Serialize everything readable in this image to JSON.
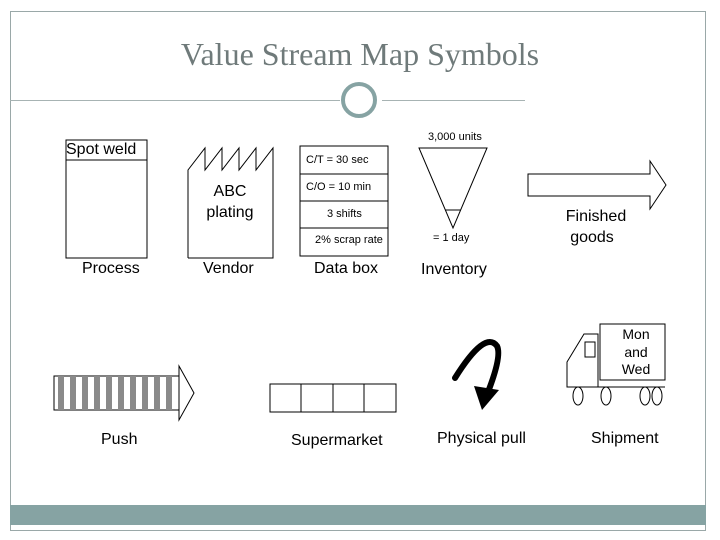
{
  "slide": {
    "title": "Value Stream Map Symbols"
  },
  "symbols": {
    "process": {
      "box_label": "Spot weld",
      "caption": "Process"
    },
    "vendor": {
      "box_text_line1": "ABC",
      "box_text_line2": "plating",
      "caption": "Vendor"
    },
    "data_box": {
      "rows": [
        "C/T = 30 sec",
        "C/O = 10 min",
        "3 shifts",
        "2% scrap rate"
      ],
      "caption": "Data box"
    },
    "inventory": {
      "top_text": "3,000 units",
      "bottom_text": "= 1 day",
      "caption": "Inventory"
    },
    "finished_goods": {
      "line1": "Finished",
      "line2": "goods"
    },
    "push": {
      "caption": "Push"
    },
    "supermarket": {
      "caption": "Supermarket"
    },
    "physical_pull": {
      "caption": "Physical pull"
    },
    "shipment": {
      "truck_text": [
        "Mon",
        "and",
        "Wed"
      ],
      "caption": "Shipment"
    }
  },
  "colors": {
    "title": "#6f7a7a",
    "accent": "#86a3a3",
    "push_stripe": "#8a8a8a"
  }
}
